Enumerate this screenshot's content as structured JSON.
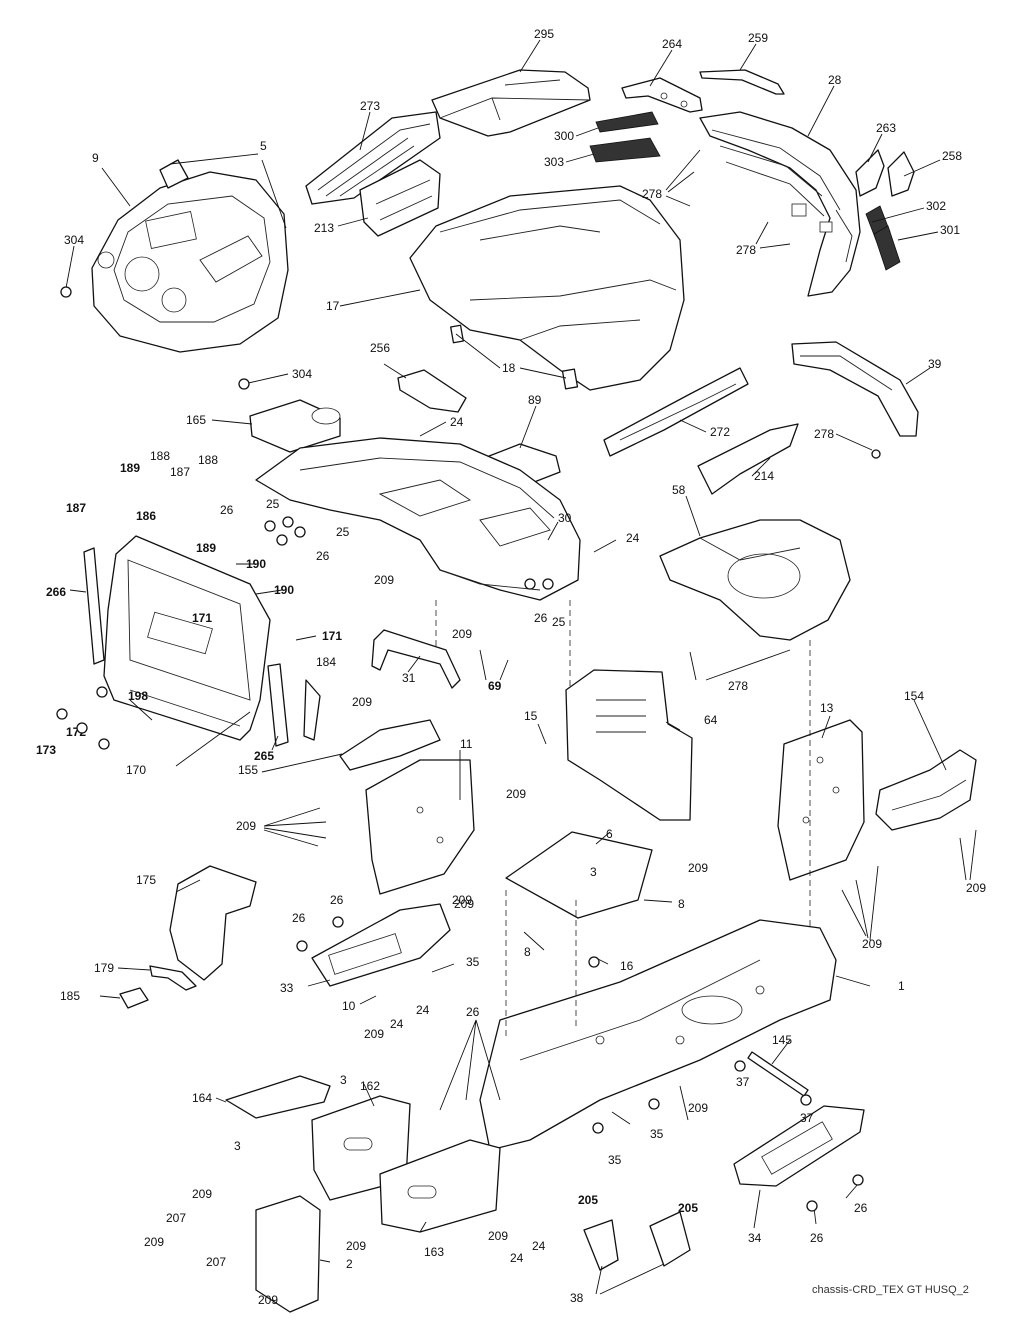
{
  "diagram": {
    "source_label": "chassis-CRD_TEX GT HUSQ_2",
    "callouts": [
      {
        "id": "c295",
        "text": "295"
      },
      {
        "id": "c264",
        "text": "264"
      },
      {
        "id": "c259",
        "text": "259"
      },
      {
        "id": "c28",
        "text": "28"
      },
      {
        "id": "c273",
        "text": "273"
      },
      {
        "id": "c300",
        "text": "300"
      },
      {
        "id": "c303",
        "text": "303"
      },
      {
        "id": "c263",
        "text": "263"
      },
      {
        "id": "c258",
        "text": "258"
      },
      {
        "id": "c278a",
        "text": "278"
      },
      {
        "id": "c5",
        "text": "5"
      },
      {
        "id": "c9",
        "text": "9"
      },
      {
        "id": "c302",
        "text": "302"
      },
      {
        "id": "c301",
        "text": "301"
      },
      {
        "id": "c213",
        "text": "213"
      },
      {
        "id": "c304a",
        "text": "304"
      },
      {
        "id": "c278b",
        "text": "278"
      },
      {
        "id": "c17",
        "text": "17"
      },
      {
        "id": "c304b",
        "text": "304"
      },
      {
        "id": "c256",
        "text": "256"
      },
      {
        "id": "c18",
        "text": "18"
      },
      {
        "id": "c39",
        "text": "39"
      },
      {
        "id": "c89",
        "text": "89"
      },
      {
        "id": "c165",
        "text": "165"
      },
      {
        "id": "c24a",
        "text": "24"
      },
      {
        "id": "c272",
        "text": "272"
      },
      {
        "id": "c278c",
        "text": "278"
      },
      {
        "id": "c188a",
        "text": "188"
      },
      {
        "id": "c188b",
        "text": "188"
      },
      {
        "id": "c189a",
        "text": "189"
      },
      {
        "id": "c187a",
        "text": "187"
      },
      {
        "id": "c214",
        "text": "214"
      },
      {
        "id": "c187b",
        "text": "187"
      },
      {
        "id": "c186",
        "text": "186"
      },
      {
        "id": "c58",
        "text": "58"
      },
      {
        "id": "c26a",
        "text": "26"
      },
      {
        "id": "c25a",
        "text": "25"
      },
      {
        "id": "c25b",
        "text": "25"
      },
      {
        "id": "c30",
        "text": "30"
      },
      {
        "id": "c189b",
        "text": "189"
      },
      {
        "id": "c24b",
        "text": "24"
      },
      {
        "id": "c26b",
        "text": "26"
      },
      {
        "id": "c190a",
        "text": "190"
      },
      {
        "id": "c209a",
        "text": "209"
      },
      {
        "id": "c266",
        "text": "266"
      },
      {
        "id": "c190b",
        "text": "190"
      },
      {
        "id": "c26c",
        "text": "26"
      },
      {
        "id": "c25c",
        "text": "25"
      },
      {
        "id": "c171a",
        "text": "171"
      },
      {
        "id": "c171b",
        "text": "171"
      },
      {
        "id": "c209b",
        "text": "209"
      },
      {
        "id": "c278d",
        "text": "278"
      },
      {
        "id": "c184",
        "text": "184"
      },
      {
        "id": "c31",
        "text": "31"
      },
      {
        "id": "c69",
        "text": "69"
      },
      {
        "id": "c154",
        "text": "154"
      },
      {
        "id": "c198",
        "text": "198"
      },
      {
        "id": "c209c",
        "text": "209"
      },
      {
        "id": "c13",
        "text": "13"
      },
      {
        "id": "c15",
        "text": "15"
      },
      {
        "id": "c64",
        "text": "64"
      },
      {
        "id": "c172",
        "text": "172"
      },
      {
        "id": "c173",
        "text": "173"
      },
      {
        "id": "c265",
        "text": "265"
      },
      {
        "id": "c170",
        "text": "170"
      },
      {
        "id": "c11",
        "text": "11"
      },
      {
        "id": "c155",
        "text": "155"
      },
      {
        "id": "c209d",
        "text": "209"
      },
      {
        "id": "c6",
        "text": "6"
      },
      {
        "id": "c209e",
        "text": "209"
      },
      {
        "id": "c209f",
        "text": "209"
      },
      {
        "id": "c3a",
        "text": "3"
      },
      {
        "id": "c209g",
        "text": "209"
      },
      {
        "id": "c209h",
        "text": "209"
      },
      {
        "id": "c175",
        "text": "175"
      },
      {
        "id": "c26d",
        "text": "26"
      },
      {
        "id": "c209i",
        "text": "209"
      },
      {
        "id": "c8a",
        "text": "8"
      },
      {
        "id": "c26e",
        "text": "26"
      },
      {
        "id": "c8b",
        "text": "8"
      },
      {
        "id": "c209j",
        "text": "209"
      },
      {
        "id": "c35a",
        "text": "35"
      },
      {
        "id": "c16",
        "text": "16"
      },
      {
        "id": "c179",
        "text": "179"
      },
      {
        "id": "c33",
        "text": "33"
      },
      {
        "id": "c1",
        "text": "1"
      },
      {
        "id": "c185",
        "text": "185"
      },
      {
        "id": "c10",
        "text": "10"
      },
      {
        "id": "c24c",
        "text": "24"
      },
      {
        "id": "c26f",
        "text": "26"
      },
      {
        "id": "c24d",
        "text": "24"
      },
      {
        "id": "c145",
        "text": "145"
      },
      {
        "id": "c209k",
        "text": "209"
      },
      {
        "id": "c3b",
        "text": "3"
      },
      {
        "id": "c37a",
        "text": "37"
      },
      {
        "id": "c162",
        "text": "162"
      },
      {
        "id": "c164",
        "text": "164"
      },
      {
        "id": "c209l",
        "text": "209"
      },
      {
        "id": "c37b",
        "text": "37"
      },
      {
        "id": "c35b",
        "text": "35"
      },
      {
        "id": "c3c",
        "text": "3"
      },
      {
        "id": "c35c",
        "text": "35"
      },
      {
        "id": "c26g",
        "text": "26"
      },
      {
        "id": "c205a",
        "text": "205"
      },
      {
        "id": "c205b",
        "text": "205"
      },
      {
        "id": "c209m",
        "text": "209"
      },
      {
        "id": "c207a",
        "text": "207"
      },
      {
        "id": "c209n",
        "text": "209"
      },
      {
        "id": "c34",
        "text": "34"
      },
      {
        "id": "c26h",
        "text": "26"
      },
      {
        "id": "c209o",
        "text": "209"
      },
      {
        "id": "c163",
        "text": "163"
      },
      {
        "id": "c209p",
        "text": "209"
      },
      {
        "id": "c24e",
        "text": "24"
      },
      {
        "id": "c24f",
        "text": "24"
      },
      {
        "id": "c207b",
        "text": "207"
      },
      {
        "id": "c2",
        "text": "2"
      },
      {
        "id": "c38",
        "text": "38"
      },
      {
        "id": "c209q",
        "text": "209"
      }
    ]
  }
}
